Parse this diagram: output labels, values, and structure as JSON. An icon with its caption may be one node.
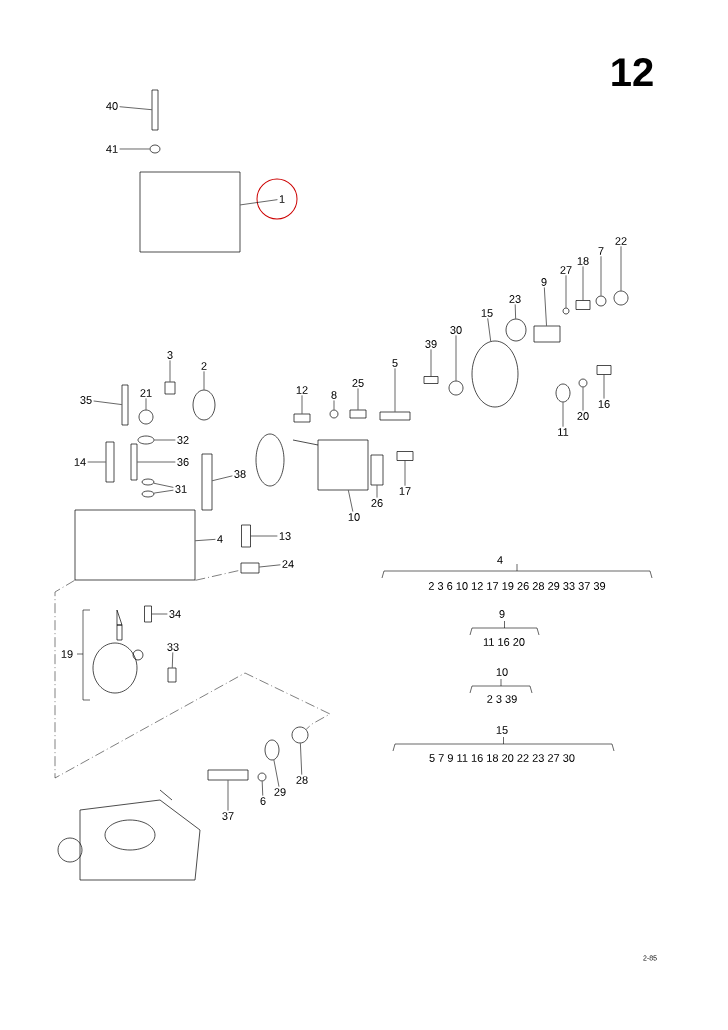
{
  "diagram": {
    "nodes": [
      {
        "text": [
          "40"
        ]
      },
      {
        "text": [
          "41"
        ]
      },
      {
        "text": [
          "1"
        ]
      },
      {
        "text": [
          "3"
        ]
      },
      {
        "text": [
          "2"
        ]
      },
      {
        "text": [
          "35"
        ]
      },
      {
        "text": [
          "21"
        ]
      },
      {
        "text": [
          "32"
        ]
      },
      {
        "text": [
          "14"
        ]
      },
      {
        "text": [
          "36"
        ]
      },
      {
        "text": [
          "31"
        ]
      },
      {
        "text": [
          "38"
        ]
      },
      {
        "text": [
          "12"
        ]
      },
      {
        "text": [
          "8"
        ]
      },
      {
        "text": [
          "25"
        ]
      },
      {
        "text": [
          "5"
        ]
      },
      {
        "text": [
          "39"
        ]
      },
      {
        "text": [
          "30"
        ]
      },
      {
        "text": [
          "15"
        ]
      },
      {
        "text": [
          "23"
        ]
      },
      {
        "text": [
          "9"
        ]
      },
      {
        "text": [
          "27"
        ]
      },
      {
        "text": [
          "18"
        ]
      },
      {
        "text": [
          "7"
        ]
      },
      {
        "text": [
          "22"
        ]
      },
      {
        "text": [
          "16"
        ]
      },
      {
        "text": [
          "20"
        ]
      },
      {
        "text": [
          "11"
        ]
      },
      {
        "text": [
          "10"
        ]
      },
      {
        "text": [
          "26"
        ]
      },
      {
        "text": [
          "17"
        ]
      },
      {
        "text": [
          "4"
        ]
      },
      {
        "text": [
          "13"
        ]
      },
      {
        "text": [
          "24"
        ]
      },
      {
        "text": [
          "34"
        ]
      },
      {
        "text": [
          "19"
        ]
      },
      {
        "text": [
          "33"
        ]
      },
      {
        "text": [
          "37"
        ]
      },
      {
        "text": [
          "6"
        ]
      },
      {
        "text": [
          "29"
        ]
      },
      {
        "text": [
          "28"
        ]
      },
      {
        "text": [],
        "shape": "box"
      },
      {
        "text": [],
        "shape": "circle"
      },
      {
        "text": [],
        "shape": "box"
      },
      {
        "text": [],
        "shape": "box"
      },
      {
        "text": [],
        "shape": "circle"
      },
      {
        "text": [],
        "shape": "box"
      },
      {
        "text": [],
        "shape": "circle"
      },
      {
        "text": [],
        "shape": "circle"
      },
      {
        "text": [],
        "shape": "box"
      },
      {
        "text": [],
        "shape": "box"
      },
      {
        "text": [],
        "shape": "circle"
      },
      {
        "text": [],
        "shape": "circle"
      },
      {
        "text": [],
        "shape": "box"
      },
      {
        "text": [],
        "shape": "box"
      },
      {
        "text": [],
        "shape": "circle"
      },
      {
        "text": [],
        "shape": "box"
      },
      {
        "text": [],
        "shape": "box"
      },
      {
        "text": [],
        "shape": "box"
      },
      {
        "text": [],
        "shape": "circle"
      },
      {
        "text": [],
        "shape": "circle"
      },
      {
        "text": [],
        "shape": "circle"
      },
      {
        "text": [],
        "shape": "box"
      },
      {
        "text": [],
        "shape": "circle"
      },
      {
        "text": [],
        "shape": "box"
      },
      {
        "text": [],
        "shape": "circle"
      },
      {
        "text": [],
        "shape": "circle"
      },
      {
        "text": [],
        "shape": "box"
      },
      {
        "text": [],
        "shape": "circle"
      },
      {
        "text": [],
        "shape": "circle"
      },
      {
        "text": [],
        "shape": "box"
      },
      {
        "text": [],
        "shape": "box"
      },
      {
        "text": [],
        "shape": "box"
      },
      {
        "text": [],
        "shape": "box"
      },
      {
        "text": [],
        "shape": "box"
      },
      {
        "text": [],
        "shape": "box"
      },
      {
        "text": [],
        "shape": "box"
      },
      {
        "text": [],
        "shape": "box"
      },
      {
        "text": [],
        "shape": "box"
      },
      {
        "text": [],
        "shape": "circle"
      },
      {
        "text": [],
        "shape": "circle"
      },
      {
        "text": [],
        "shape": "circle"
      }
    ],
    "edges": [
      {
        "from": 0,
        "to": 41,
        "arrow": "none"
      },
      {
        "from": 1,
        "to": 42,
        "arrow": "none"
      },
      {
        "from": 2,
        "to": 43,
        "arrow": "none"
      },
      {
        "from": 3,
        "to": 44,
        "arrow": "none"
      },
      {
        "from": 4,
        "to": 45,
        "arrow": "none"
      },
      {
        "from": 5,
        "to": 46,
        "arrow": "none"
      },
      {
        "from": 6,
        "to": 47,
        "arrow": "none"
      },
      {
        "from": 7,
        "to": 48,
        "arrow": "none"
      },
      {
        "from": 8,
        "to": 49,
        "arrow": "none"
      },
      {
        "from": 9,
        "to": 50,
        "arrow": "none"
      },
      {
        "from": 10,
        "to": 51,
        "arrow": "none"
      },
      {
        "from": 10,
        "to": 52,
        "arrow": "none"
      },
      {
        "from": 11,
        "to": 53,
        "arrow": "none"
      },
      {
        "from": 12,
        "to": 54,
        "arrow": "none"
      },
      {
        "from": 13,
        "to": 55,
        "arrow": "none"
      },
      {
        "from": 14,
        "to": 56,
        "arrow": "none"
      },
      {
        "from": 15,
        "to": 57,
        "arrow": "none"
      },
      {
        "from": 16,
        "to": 58,
        "arrow": "none"
      },
      {
        "from": 17,
        "to": 59,
        "arrow": "none"
      },
      {
        "from": 18,
        "to": 60,
        "arrow": "none"
      },
      {
        "from": 19,
        "to": 61,
        "arrow": "none"
      },
      {
        "from": 20,
        "to": 62,
        "arrow": "none"
      },
      {
        "from": 21,
        "to": 63,
        "arrow": "none"
      },
      {
        "from": 22,
        "to": 64,
        "arrow": "none"
      },
      {
        "from": 23,
        "to": 65,
        "arrow": "none"
      },
      {
        "from": 24,
        "to": 66,
        "arrow": "none"
      },
      {
        "from": 25,
        "to": 67,
        "arrow": "none"
      },
      {
        "from": 26,
        "to": 68,
        "arrow": "none"
      },
      {
        "from": 27,
        "to": 69,
        "arrow": "none"
      },
      {
        "from": 28,
        "to": 70,
        "arrow": "none"
      },
      {
        "from": 29,
        "to": 71,
        "arrow": "none"
      },
      {
        "from": 30,
        "to": 72,
        "arrow": "none"
      },
      {
        "from": 31,
        "to": 73,
        "arrow": "none"
      },
      {
        "from": 32,
        "to": 74,
        "arrow": "none"
      },
      {
        "from": 33,
        "to": 75,
        "arrow": "none"
      },
      {
        "from": 34,
        "to": 76,
        "arrow": "none"
      },
      {
        "from": 36,
        "to": 77,
        "arrow": "none"
      },
      {
        "from": 37,
        "to": 78,
        "arrow": "none"
      },
      {
        "from": 38,
        "to": 79,
        "arrow": "none"
      },
      {
        "from": 39,
        "to": 80,
        "arrow": "none"
      },
      {
        "from": 40,
        "to": 81,
        "arrow": "none"
      },
      {
        "from": 73,
        "to": 81,
        "arrow": "none",
        "style": "dashed"
      },
      {
        "from": 73,
        "to": 75,
        "arrow": "none",
        "style": "dashed"
      }
    ],
    "labels": [
      "12",
      "4",
      "2 3 6 10 12 17 19 26 28 29 33 37 39",
      "9",
      "11 16 20",
      "10",
      "2 3 39",
      "15",
      "5 7 9 11 16 18 20 22 23 27 30",
      "2-85"
    ]
  }
}
